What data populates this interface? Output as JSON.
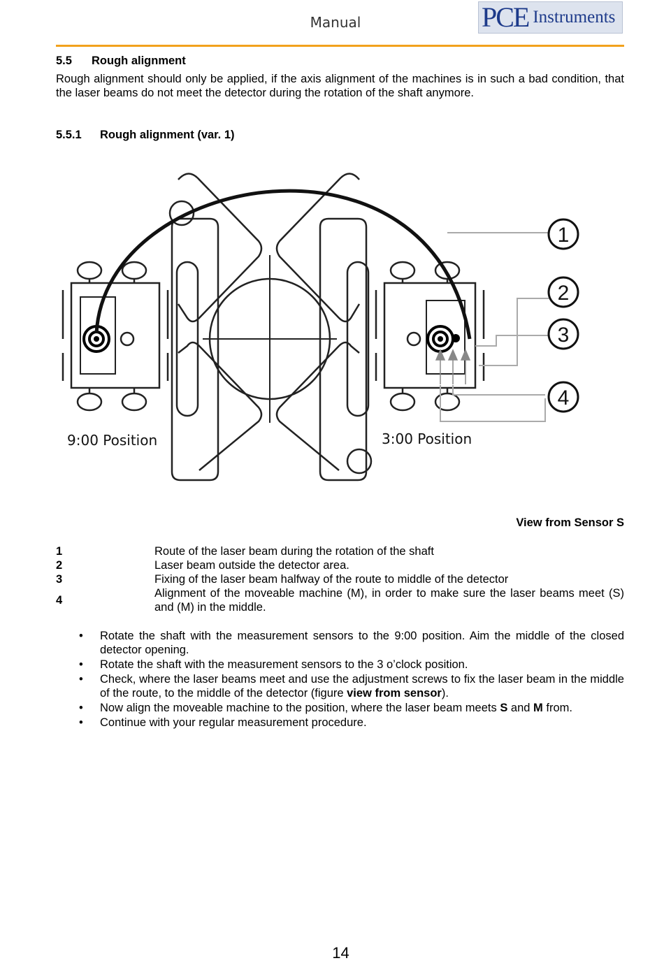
{
  "header": {
    "title": "Manual",
    "logo_pce": "PCE",
    "logo_instruments": "Instruments",
    "accent_color": "#f2a11c"
  },
  "section": {
    "number": "5.5",
    "title": "Rough alignment",
    "paragraph": "Rough alignment should only be applied, if the axis alignment of the machines is in such a bad condition, that the laser beams do not meet the detector during the rotation of the shaft anymore."
  },
  "subsection": {
    "number": "5.5.1",
    "title": "Rough alignment (var. 1)"
  },
  "figure": {
    "label_left": "9:00 Position",
    "label_right": "3:00 Position",
    "callouts": [
      "1",
      "2",
      "3",
      "4"
    ],
    "caption": "View from Sensor S"
  },
  "legend": [
    {
      "num": "1",
      "text": "Route of the laser beam during the rotation of the shaft"
    },
    {
      "num": "2",
      "text": "Laser beam outside the detector area."
    },
    {
      "num": "3",
      "text": "Fixing of the laser beam halfway of the route to middle of the detector"
    },
    {
      "num": "4",
      "text": "Alignment of the moveable machine (M), in order to make sure the laser beams meet (S) and (M) in the middle."
    }
  ],
  "bullets": [
    {
      "text": "Rotate the shaft with the measurement sensors to the 9:00 position. Aim the middle of the closed detector opening."
    },
    {
      "text": "Rotate the shaft with the measurement sensors to the 3 o’clock position."
    },
    {
      "pre": "Check, where the laser beams meet and use the adjustment screws to fix the laser beam in the middle of the route, to the middle of the detector (figure ",
      "bold": "view from sensor",
      "post": ")."
    },
    {
      "pre": "Now align the moveable machine to the position, where the laser beam meets ",
      "bold1": "S",
      "mid": " and ",
      "bold2": "M",
      "post": " from."
    },
    {
      "text": "Continue with your regular measurement procedure."
    }
  ],
  "page_number": "14"
}
